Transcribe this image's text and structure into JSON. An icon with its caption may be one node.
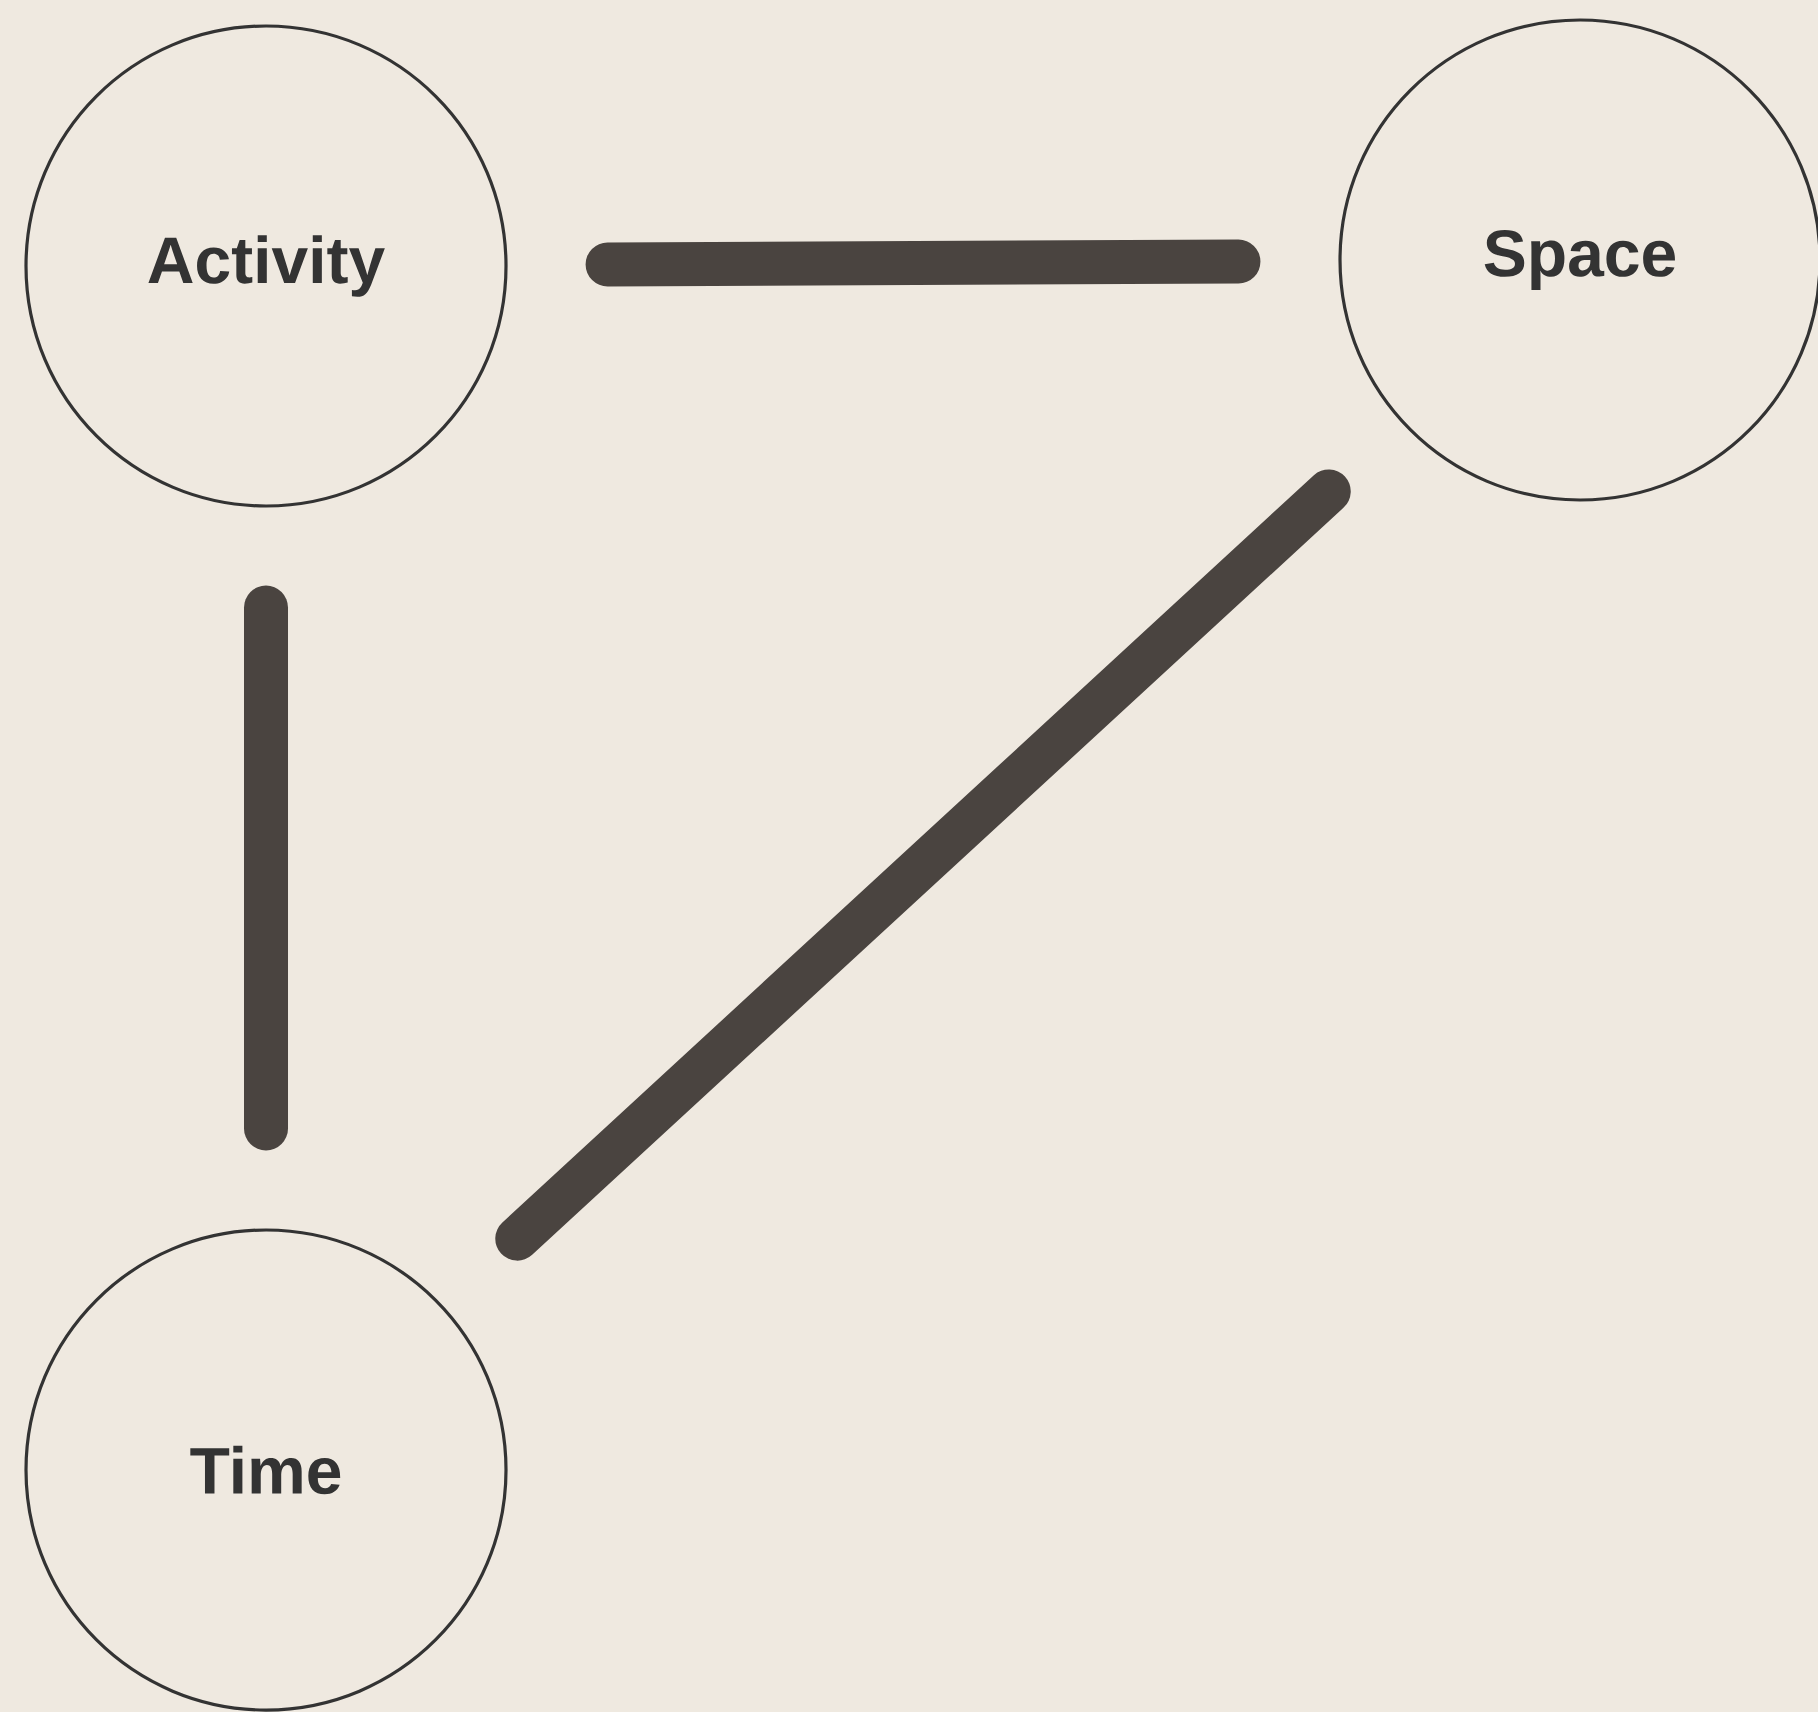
{
  "diagram": {
    "nodes": [
      {
        "text": [
          "Activity"
        ]
      },
      {
        "text": [
          "Space"
        ]
      },
      {
        "text": [
          "Time"
        ]
      }
    ],
    "edges": [
      {
        "from": 0,
        "to": 1,
        "arrow": "none"
      },
      {
        "from": 0,
        "to": 2,
        "arrow": "none"
      },
      {
        "from": 2,
        "to": 1,
        "arrow": "none"
      }
    ]
  }
}
